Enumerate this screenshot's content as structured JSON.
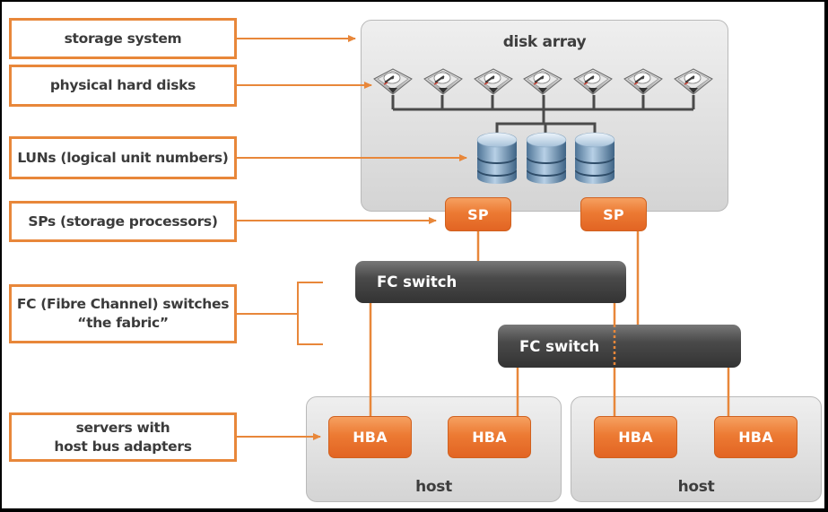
{
  "labels": {
    "storage_system": "storage system",
    "physical_hard_disks": "physical hard disks",
    "luns": "LUNs (logical unit numbers)",
    "sps": "SPs (storage processors)",
    "fc_switches_line1": "FC (Fibre Channel) switches",
    "fc_switches_line2": "“the fabric”",
    "servers_line1": "servers with",
    "servers_line2": "host bus adapters"
  },
  "disk_array": {
    "title": "disk array",
    "disk_count": 7,
    "lun_count": 3,
    "storage_processors": [
      "SP",
      "SP"
    ]
  },
  "switches": [
    "FC switch",
    "FC switch"
  ],
  "hosts": [
    {
      "title": "host",
      "hbas": [
        "HBA",
        "HBA"
      ]
    },
    {
      "title": "host",
      "hbas": [
        "HBA",
        "HBA"
      ]
    }
  ],
  "colors": {
    "accent_orange": "#e8873a",
    "hba_orange": "#ec7a33",
    "switch_dark": "#3a3a3a",
    "panel_gray": "#d9d9d9",
    "text_dark": "#3b3b3b"
  }
}
